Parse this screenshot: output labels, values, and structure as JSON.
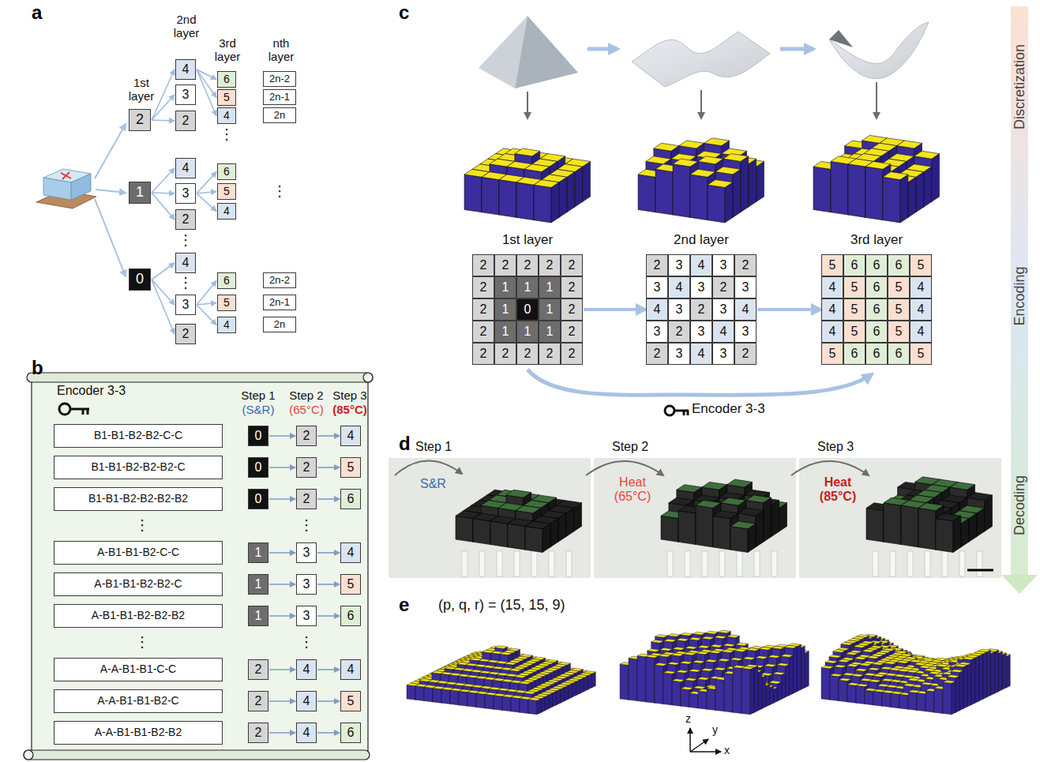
{
  "diagram": {
    "nodes": [
      {
        "text": [
          "2"
        ]
      },
      {
        "text": [
          "1"
        ]
      },
      {
        "text": [
          "0"
        ]
      },
      {
        "text": [
          "4"
        ]
      },
      {
        "text": [
          "3"
        ]
      },
      {
        "text": [
          "2"
        ]
      },
      {
        "text": [
          "4"
        ]
      },
      {
        "text": [
          "3"
        ]
      },
      {
        "text": [
          "2"
        ]
      },
      {
        "text": [
          "4"
        ]
      },
      {
        "text": [
          "3"
        ]
      },
      {
        "text": [
          "2"
        ]
      },
      {
        "text": [
          "6"
        ]
      },
      {
        "text": [
          "5"
        ]
      },
      {
        "text": [
          "4"
        ]
      },
      {
        "text": [
          "6"
        ]
      },
      {
        "text": [
          "5"
        ]
      },
      {
        "text": [
          "4"
        ]
      },
      {
        "text": [
          "6"
        ]
      },
      {
        "text": [
          "5"
        ]
      },
      {
        "text": [
          "4"
        ]
      },
      {
        "text": [
          "2n-2"
        ]
      },
      {
        "text": [
          "2n-1"
        ]
      },
      {
        "text": [
          "2n"
        ]
      },
      {
        "text": [
          "2n-2"
        ]
      },
      {
        "text": [
          "2n-1"
        ]
      },
      {
        "text": [
          "2n"
        ]
      },
      {
        "text": [
          "Encoder 3-3"
        ]
      },
      {
        "text": [
          "B1-B1-B2-B2-C-C"
        ],
        "in": 27
      },
      {
        "text": [
          "0"
        ],
        "in": 27
      },
      {
        "text": [
          "2"
        ],
        "in": 27
      },
      {
        "text": [
          "4"
        ],
        "in": 27
      },
      {
        "text": [
          "B1-B1-B2-B2-B2-C"
        ],
        "in": 27
      },
      {
        "text": [
          "0"
        ],
        "in": 27
      },
      {
        "text": [
          "2"
        ],
        "in": 27
      },
      {
        "text": [
          "5"
        ],
        "in": 27
      },
      {
        "text": [
          "B1-B1-B2-B2-B2-B2"
        ],
        "in": 27
      },
      {
        "text": [
          "0"
        ],
        "in": 27
      },
      {
        "text": [
          "2"
        ],
        "in": 27
      },
      {
        "text": [
          "6"
        ],
        "in": 27
      },
      {
        "text": [
          "A-B1-B1-B2-C-C"
        ],
        "in": 27
      },
      {
        "text": [
          "1"
        ],
        "in": 27
      },
      {
        "text": [
          "3"
        ],
        "in": 27
      },
      {
        "text": [
          "4"
        ],
        "in": 27
      },
      {
        "text": [
          "A-B1-B1-B2-B2-C"
        ],
        "in": 27
      },
      {
        "text": [
          "1"
        ],
        "in": 27
      },
      {
        "text": [
          "3"
        ],
        "in": 27
      },
      {
        "text": [
          "5"
        ],
        "in": 27
      },
      {
        "text": [
          "A-B1-B1-B2-B2-B2"
        ],
        "in": 27
      },
      {
        "text": [
          "1"
        ],
        "in": 27
      },
      {
        "text": [
          "3"
        ],
        "in": 27
      },
      {
        "text": [
          "6"
        ],
        "in": 27
      },
      {
        "text": [
          "A-A-B1-B1-C-C"
        ],
        "in": 27
      },
      {
        "text": [
          "2"
        ],
        "in": 27
      },
      {
        "text": [
          "4"
        ],
        "in": 27
      },
      {
        "text": [
          "4"
        ],
        "in": 27
      },
      {
        "text": [
          "A-A-B1-B1-B2-C"
        ],
        "in": 27
      },
      {
        "text": [
          "2"
        ],
        "in": 27
      },
      {
        "text": [
          "4"
        ],
        "in": 27
      },
      {
        "text": [
          "5"
        ],
        "in": 27
      },
      {
        "text": [
          "A-A-B1-B1-B2-B2"
        ],
        "in": 27
      },
      {
        "text": [
          "2"
        ],
        "in": 27
      },
      {
        "text": [
          "4"
        ],
        "in": 27
      },
      {
        "text": [
          "6"
        ],
        "in": 27
      },
      {
        "text": [
          "1st layer"
        ]
      },
      {
        "text": [
          "2"
        ],
        "in": 64
      },
      {
        "text": [
          "2"
        ],
        "in": 64
      },
      {
        "text": [
          "2"
        ],
        "in": 64
      },
      {
        "text": [
          "2"
        ],
        "in": 64
      },
      {
        "text": [
          "2"
        ],
        "in": 64
      },
      {
        "text": [
          "2"
        ],
        "in": 64
      },
      {
        "text": [
          "1"
        ],
        "in": 64
      },
      {
        "text": [
          "1"
        ],
        "in": 64
      },
      {
        "text": [
          "1"
        ],
        "in": 64
      },
      {
        "text": [
          "2"
        ],
        "in": 64
      },
      {
        "text": [
          "2"
        ],
        "in": 64
      },
      {
        "text": [
          "1"
        ],
        "in": 64
      },
      {
        "text": [
          "0"
        ],
        "in": 64
      },
      {
        "text": [
          "1"
        ],
        "in": 64
      },
      {
        "text": [
          "2"
        ],
        "in": 64
      },
      {
        "text": [
          "2"
        ],
        "in": 64
      },
      {
        "text": [
          "1"
        ],
        "in": 64
      },
      {
        "text": [
          "1"
        ],
        "in": 64
      },
      {
        "text": [
          "1"
        ],
        "in": 64
      },
      {
        "text": [
          "2"
        ],
        "in": 64
      },
      {
        "text": [
          "2"
        ],
        "in": 64
      },
      {
        "text": [
          "2"
        ],
        "in": 64
      },
      {
        "text": [
          "2"
        ],
        "in": 64
      },
      {
        "text": [
          "2"
        ],
        "in": 64
      },
      {
        "text": [
          "2"
        ],
        "in": 64
      },
      {
        "text": [
          "2nd layer"
        ]
      },
      {
        "text": [
          "2"
        ],
        "in": 90
      },
      {
        "text": [
          "3"
        ],
        "in": 90
      },
      {
        "text": [
          "4"
        ],
        "in": 90
      },
      {
        "text": [
          "3"
        ],
        "in": 90
      },
      {
        "text": [
          "2"
        ],
        "in": 90
      },
      {
        "text": [
          "3"
        ],
        "in": 90
      },
      {
        "text": [
          "4"
        ],
        "in": 90
      },
      {
        "text": [
          "3"
        ],
        "in": 90
      },
      {
        "text": [
          "2"
        ],
        "in": 90
      },
      {
        "text": [
          "3"
        ],
        "in": 90
      },
      {
        "text": [
          "4"
        ],
        "in": 90
      },
      {
        "text": [
          "3"
        ],
        "in": 90
      },
      {
        "text": [
          "2"
        ],
        "in": 90
      },
      {
        "text": [
          "3"
        ],
        "in": 90
      },
      {
        "text": [
          "4"
        ],
        "in": 90
      },
      {
        "text": [
          "3"
        ],
        "in": 90
      },
      {
        "text": [
          "2"
        ],
        "in": 90
      },
      {
        "text": [
          "3"
        ],
        "in": 90
      },
      {
        "text": [
          "4"
        ],
        "in": 90
      },
      {
        "text": [
          "3"
        ],
        "in": 90
      },
      {
        "text": [
          "2"
        ],
        "in": 90
      },
      {
        "text": [
          "3"
        ],
        "in": 90
      },
      {
        "text": [
          "4"
        ],
        "in": 90
      },
      {
        "text": [
          "3"
        ],
        "in": 90
      },
      {
        "text": [
          "2"
        ],
        "in": 90
      },
      {
        "text": [
          "3rd layer"
        ]
      },
      {
        "text": [
          "5"
        ],
        "in": 116
      },
      {
        "text": [
          "6"
        ],
        "in": 116
      },
      {
        "text": [
          "6"
        ],
        "in": 116
      },
      {
        "text": [
          "6"
        ],
        "in": 116
      },
      {
        "text": [
          "5"
        ],
        "in": 116
      },
      {
        "text": [
          "4"
        ],
        "in": 116
      },
      {
        "text": [
          "5"
        ],
        "in": 116
      },
      {
        "text": [
          "6"
        ],
        "in": 116
      },
      {
        "text": [
          "5"
        ],
        "in": 116
      },
      {
        "text": [
          "4"
        ],
        "in": 116
      },
      {
        "text": [
          "4"
        ],
        "in": 116
      },
      {
        "text": [
          "5"
        ],
        "in": 116
      },
      {
        "text": [
          "6"
        ],
        "in": 116
      },
      {
        "text": [
          "5"
        ],
        "in": 116
      },
      {
        "text": [
          "4"
        ],
        "in": 116
      },
      {
        "text": [
          "4"
        ],
        "in": 116
      },
      {
        "text": [
          "5"
        ],
        "in": 116
      },
      {
        "text": [
          "6"
        ],
        "in": 116
      },
      {
        "text": [
          "5"
        ],
        "in": 116
      },
      {
        "text": [
          "4"
        ],
        "in": 116
      },
      {
        "text": [
          "5"
        ],
        "in": 116
      },
      {
        "text": [
          "6"
        ],
        "in": 116
      },
      {
        "text": [
          "6"
        ],
        "in": 116
      },
      {
        "text": [
          "6"
        ],
        "in": 116
      },
      {
        "text": [
          "5"
        ],
        "in": 116
      }
    ],
    "edges": [
      {
        "from": 0,
        "to": 3,
        "arrow": "to"
      },
      {
        "from": 0,
        "to": 4,
        "arrow": "to"
      },
      {
        "from": 0,
        "to": 5,
        "arrow": "to"
      },
      {
        "from": 1,
        "to": 6,
        "arrow": "to"
      },
      {
        "from": 1,
        "to": 7,
        "arrow": "to"
      },
      {
        "from": 1,
        "to": 8,
        "arrow": "to"
      },
      {
        "from": 2,
        "to": 9,
        "arrow": "to"
      },
      {
        "from": 2,
        "to": 10,
        "arrow": "to"
      },
      {
        "from": 2,
        "to": 11,
        "arrow": "to"
      },
      {
        "from": 3,
        "to": 12,
        "arrow": "to"
      },
      {
        "from": 3,
        "to": 13,
        "arrow": "to"
      },
      {
        "from": 3,
        "to": 14,
        "arrow": "to"
      },
      {
        "from": 7,
        "to": 15,
        "arrow": "to"
      },
      {
        "from": 7,
        "to": 16,
        "arrow": "to"
      },
      {
        "from": 7,
        "to": 17,
        "arrow": "to"
      },
      {
        "from": 10,
        "to": 18,
        "arrow": "to"
      },
      {
        "from": 10,
        "to": 19,
        "arrow": "to"
      },
      {
        "from": 10,
        "to": 20,
        "arrow": "to"
      },
      {
        "from": 29,
        "to": 30,
        "arrow": "to"
      },
      {
        "from": 30,
        "to": 31,
        "arrow": "to"
      },
      {
        "from": 33,
        "to": 34,
        "arrow": "to"
      },
      {
        "from": 34,
        "to": 35,
        "arrow": "to"
      },
      {
        "from": 37,
        "to": 38,
        "arrow": "to"
      },
      {
        "from": 38,
        "to": 39,
        "arrow": "to"
      },
      {
        "from": 41,
        "to": 42,
        "arrow": "to"
      },
      {
        "from": 42,
        "to": 43,
        "arrow": "to"
      },
      {
        "from": 45,
        "to": 46,
        "arrow": "to"
      },
      {
        "from": 46,
        "to": 47,
        "arrow": "to"
      },
      {
        "from": 49,
        "to": 50,
        "arrow": "to"
      },
      {
        "from": 50,
        "to": 51,
        "arrow": "to"
      },
      {
        "from": 53,
        "to": 54,
        "arrow": "to"
      },
      {
        "from": 54,
        "to": 55,
        "arrow": "to"
      },
      {
        "from": 57,
        "to": 58,
        "arrow": "to"
      },
      {
        "from": 58,
        "to": 59,
        "arrow": "to"
      },
      {
        "from": 61,
        "to": 62,
        "arrow": "to"
      },
      {
        "from": 62,
        "to": 63,
        "arrow": "to"
      },
      {
        "from": 64,
        "to": 90,
        "arrow": "to"
      },
      {
        "from": 90,
        "to": 116,
        "arrow": "to"
      }
    ],
    "labels": [
      "a",
      "1st layer",
      "2nd layer",
      "3rd layer",
      "nth layer",
      "⋮",
      "⋮",
      "⋮",
      "⋮",
      "b",
      "Step 1",
      "(S&R)",
      "Step 2",
      "(65°C)",
      "Step 3",
      "(85°C)",
      "⋮",
      "⋮",
      "⋮",
      "⋮",
      "c",
      "Discretization",
      "Encoding",
      "Decoding",
      "Encoder 3-3",
      "d",
      "Step 1",
      "S&R",
      "Step 2",
      "Heat (65°C)",
      "Step 3",
      "Heat (85°C)",
      "e",
      "(p, q, r) = (15, 15, 9)",
      "x",
      "y",
      "z"
    ]
  }
}
